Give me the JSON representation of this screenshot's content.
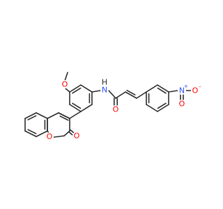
{
  "molecule": {
    "atom_labels": {
      "methoxy_oxygen": "O",
      "amide_nitrogen": "N",
      "amide_hydrogen": "H",
      "carbonyl_oxygen": "O",
      "nitro_nitrogen": "N",
      "nitro_n_charge": "+",
      "nitro_oxygen_single": "O",
      "nitro_o_charge": "-",
      "nitro_oxygen_double": "O",
      "ring_oxygen": "O",
      "lactone_oxygen": "O"
    },
    "colors": {
      "bond": "#2b2b2b",
      "oxygen": "#ff0000",
      "nitrogen": "#3050f8",
      "hydrogen": "#2b2b2b"
    }
  }
}
